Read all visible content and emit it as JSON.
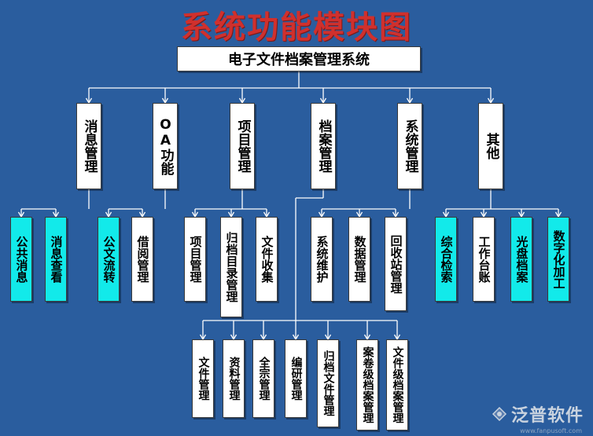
{
  "title": "系统功能模块图",
  "root": "电子文件档案管理系统",
  "modules": [
    {
      "label": "消息管理",
      "children": [
        {
          "label": "公共消息",
          "cyan": true
        },
        {
          "label": "消息查看",
          "cyan": true
        }
      ]
    },
    {
      "label": "OA功能",
      "children": [
        {
          "label": "公文流转",
          "cyan": true
        },
        {
          "label": "借阅管理",
          "cyan": false
        }
      ]
    },
    {
      "label": "项目管理",
      "children": [
        {
          "label": "项目管理",
          "cyan": false
        },
        {
          "label": "归档目录管理",
          "cyan": false
        },
        {
          "label": "文件收集",
          "cyan": false
        }
      ]
    },
    {
      "label": "档案管理",
      "children": [
        {
          "label": "文件管理"
        },
        {
          "label": "资料管理"
        },
        {
          "label": "全宗管理"
        },
        {
          "label": "编研管理"
        },
        {
          "label": "归档文件管理"
        },
        {
          "label": "案卷级档案管理"
        },
        {
          "label": "文件级档案管理"
        }
      ]
    },
    {
      "label": "系统管理",
      "children": [
        {
          "label": "系统维护",
          "cyan": false
        },
        {
          "label": "数据管理",
          "cyan": false
        },
        {
          "label": "回收站管理",
          "cyan": false
        }
      ]
    },
    {
      "label": "其他",
      "children": [
        {
          "label": "综合检索",
          "cyan": true
        },
        {
          "label": "工作台账",
          "cyan": false
        },
        {
          "label": "光盘档案",
          "cyan": true
        },
        {
          "label": "数字化加工",
          "cyan": true
        }
      ]
    }
  ],
  "logo": {
    "text": "泛普软件",
    "url": "www.fanpusoft.com",
    "icon": "fanpu-logo-icon"
  },
  "colors": {
    "background": "#2a5d9e",
    "title": "#d0302d",
    "highlight": "#12eaea",
    "box": "#ffffff",
    "line": "#ffffff"
  }
}
